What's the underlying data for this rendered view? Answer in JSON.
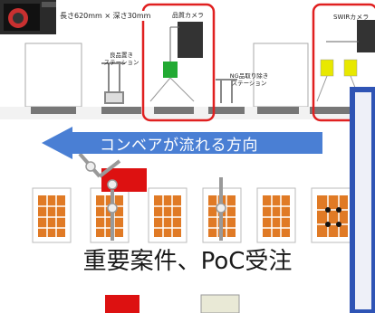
{
  "texts": {
    "dimensions": "長さ620mm × 深さ30mm",
    "station1": "良品置き\nステーション",
    "station2": "NG品取り除き\nステーション",
    "camera1": "品質カメラ",
    "camera2": "SWIRカメラ",
    "direction": "コンベアが流れる方向",
    "caption": "重要案件、PoC受注"
  },
  "colors": {
    "highlight_box": "#e02020",
    "arrow": "#4a7fd4",
    "camera_green": "#22aa33",
    "camera_yellow": "#e8e800",
    "panel_blue": "#2f54b5",
    "tray_orange": "#e07a25",
    "marker_red": "#dd1111"
  }
}
